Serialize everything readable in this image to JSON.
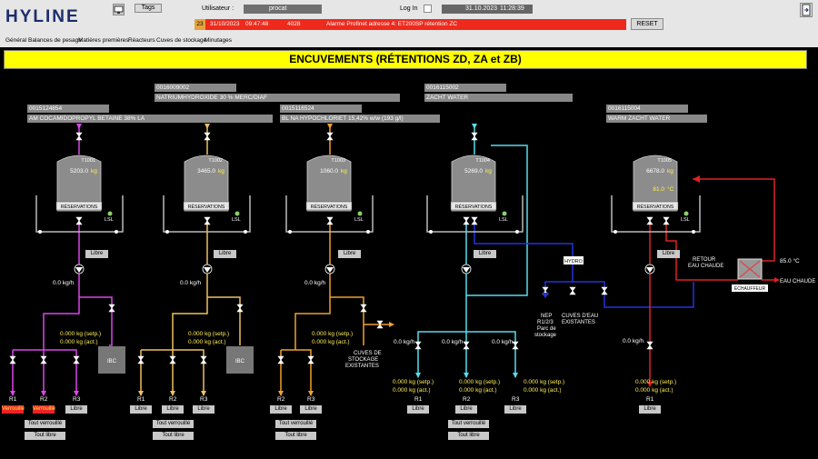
{
  "header": {
    "logo": "HYLINE",
    "tags_label": "Tags",
    "utilisateur_label": "Utilisateur :",
    "user_value": "procat",
    "login_label": "Log In",
    "date": "31.10.2023",
    "time": "11:28:39",
    "alarm": {
      "count": "23",
      "date": "31/10/2023",
      "time": "09:47:48",
      "code": "4028",
      "message": "Alarme Profinet adresse 4: ET200SP rétention ZC"
    },
    "reset_label": "RESET"
  },
  "menu": [
    "Général",
    "Balances de pesage",
    "Matières premières",
    "Réacteurs",
    "Cuves de stockage",
    "Minutages"
  ],
  "title": "ENCUVEMENTS (RÉTENTIONS ZD, ZA et ZB)",
  "product_fields": [
    {
      "code": "0015124854",
      "name": "AM COCAMIDOPROPYL BETAINE 38% LA"
    },
    {
      "code": "0016009002",
      "name": "NATRIUMHYDROXIDE 30 % MERC/DIAF"
    },
    {
      "code": "0015116524",
      "name": "BL NA HYPOCHLORIET 15,42% w/w (193 g/l)"
    },
    {
      "code": "0016115002",
      "name": "ZACHT WATER"
    },
    {
      "code": "0016115004",
      "name": "WARM ZACHT WATER"
    }
  ],
  "tanks": [
    {
      "name": "T1001",
      "weight": "5203.0",
      "unit": "kg",
      "reservations": "RÉSERVATIONS",
      "lsl": "LSL",
      "status": "Libre",
      "flow": "0.0 kg/h"
    },
    {
      "name": "T1002",
      "weight": "3465.0",
      "unit": "kg",
      "reservations": "RÉSERVATIONS",
      "lsl": "LSL",
      "status": "Libre",
      "flow": "0.0 kg/h"
    },
    {
      "name": "T1003",
      "weight": "1060.0",
      "unit": "kg",
      "reservations": "RÉSERVATIONS",
      "lsl": "LSL",
      "status": "Libre",
      "flow": "0.0 kg/h"
    },
    {
      "name": "T1004",
      "weight": "5269.0",
      "unit": "kg",
      "reservations": "RÉSERVATIONS",
      "lsl": "LSL",
      "status": "Libre",
      "flow": ""
    },
    {
      "name": "T1005",
      "weight": "6678.0",
      "unit": "kg",
      "temp": "81.0",
      "temp_unit": "°C",
      "reservations": "RÉSERVATIONS",
      "lsl": "LSL",
      "status": "Libre",
      "flow": "0.0 kg/h"
    }
  ],
  "setpoints": [
    {
      "setp": "0.000 kg (setp.)",
      "act": "0.000 kg (act.)"
    },
    {
      "setp": "0.000 kg (setp.)",
      "act": "0.000 kg (act.)"
    },
    {
      "setp": "0.000 kg (setp.)",
      "act": "0.000 kg (act.)"
    },
    {
      "setp": "0.000 kg (setp.)",
      "act": "0.000 kg (act.)"
    },
    {
      "setp": "0.000 kg (setp.)",
      "act": "0.000 kg (act.)"
    },
    {
      "setp": "0.000 kg (setp.)",
      "act": "0.000 kg (act.)"
    },
    {
      "setp": "0.000 kg (setp.)",
      "act": "0.000 kg (act.)"
    }
  ],
  "flows_t1004": [
    "0.0 kg/h",
    "0.0 kg/h",
    "0.0 kg/h"
  ],
  "ibc": "IBC",
  "cuves_stockage": "CUVES DE STOCKAGE EXISTANTES",
  "hydro": "HYDRO",
  "nep": "NEP R1/2/3 Parc de stockage",
  "cuves_eau": "CUVES D'EAU EXISTANTES",
  "retour_eau": "RETOUR EAU CHAUDE",
  "retour_temp": "85.0 °C",
  "eau_chaude": "EAU CHAUDE",
  "echauffeur": "ÉCHAUFFEUR",
  "reactors": {
    "group1": [
      {
        "name": "R1",
        "status": "Verrouillé"
      },
      {
        "name": "R2",
        "status": "Verrouillé"
      },
      {
        "name": "R3",
        "status": "Libre"
      }
    ],
    "group2": [
      {
        "name": "R1",
        "status": "Libre"
      },
      {
        "name": "R2",
        "status": "Libre"
      },
      {
        "name": "R3",
        "status": "Libre"
      }
    ],
    "group3": [
      {
        "name": "R2",
        "status": "Libre"
      },
      {
        "name": "R3",
        "status": "Libre"
      }
    ],
    "group4": [
      {
        "name": "R1",
        "status": "Libre"
      },
      {
        "name": "R2",
        "status": "Libre"
      },
      {
        "name": "R3",
        "status": "Libre"
      }
    ],
    "group5": [
      {
        "name": "R1",
        "status": "Libre"
      }
    ]
  },
  "tout_verrouille": "Tout verrouillé",
  "tout_libre": "Tout libre",
  "colors": {
    "magenta": "#dd44ee",
    "yellow_line": "#f0c060",
    "orange_line": "#f0a030",
    "cyan": "#55ddee",
    "blue": "#2233dd",
    "red": "#dd2222",
    "banner": "#ffff00"
  }
}
